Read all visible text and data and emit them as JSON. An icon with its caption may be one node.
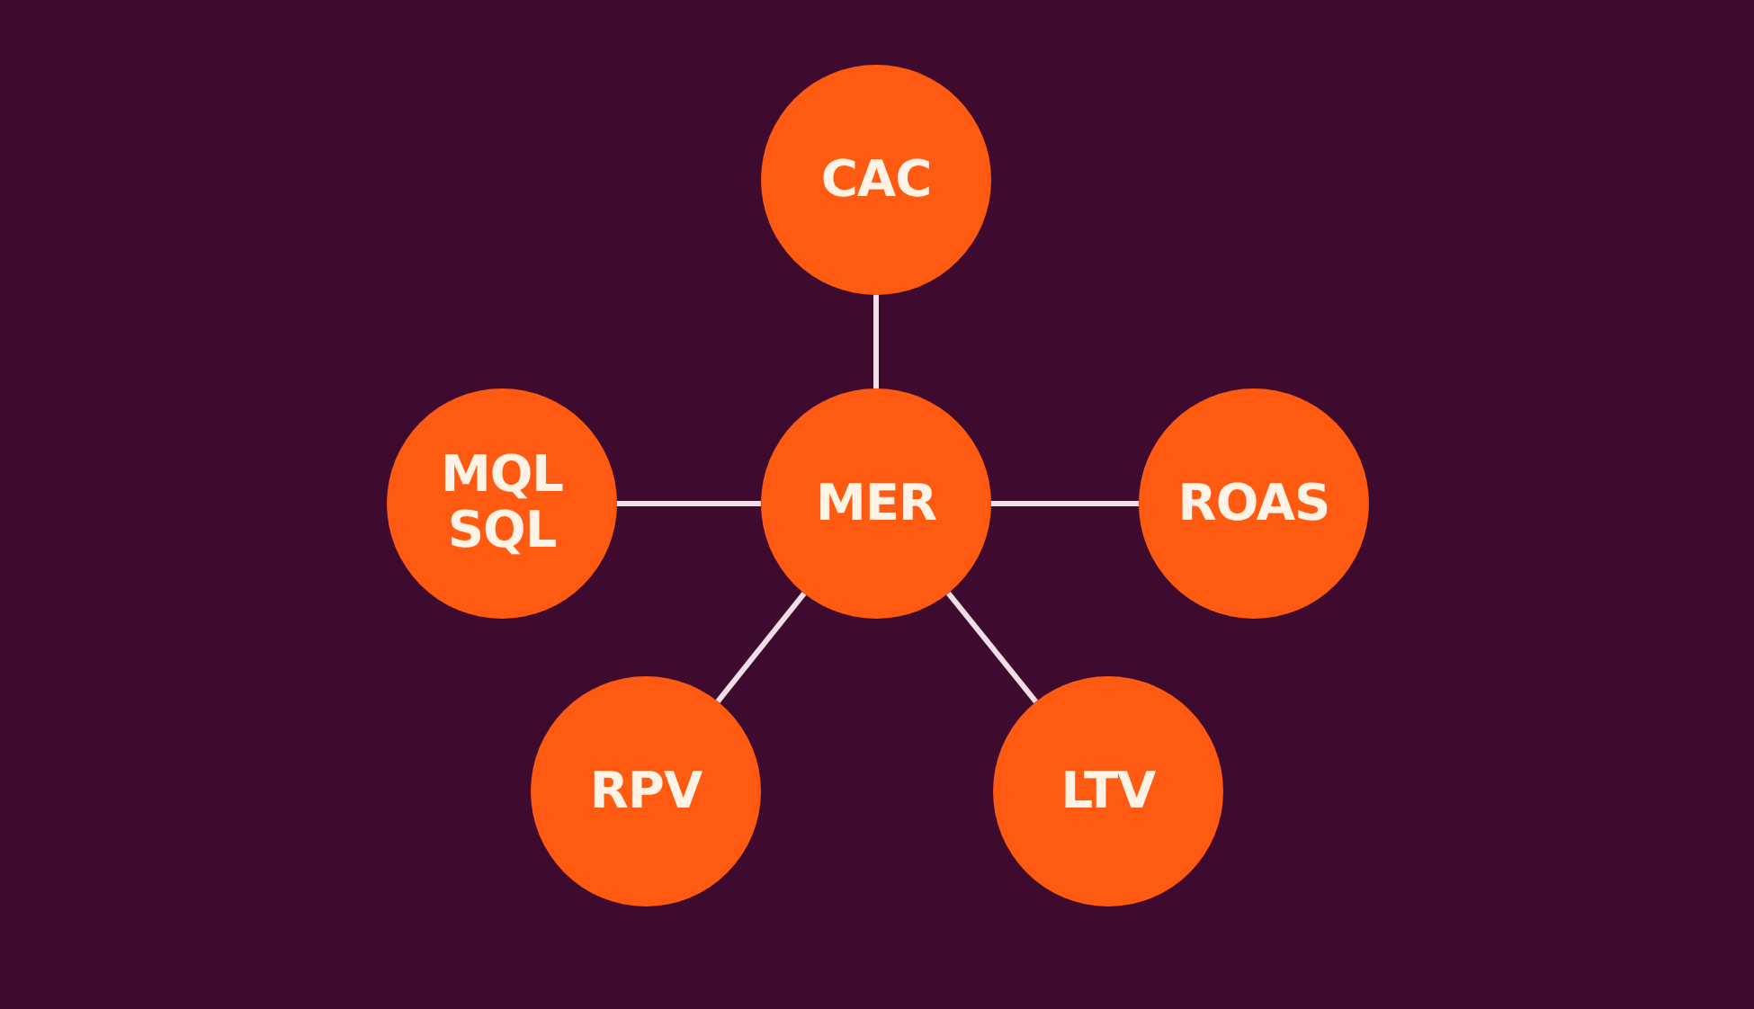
{
  "diagram": {
    "nodes": [
      {
        "text": [
          "CAC"
        ]
      },
      {
        "text": [
          "MQL SQL"
        ]
      },
      {
        "text": [
          "MER"
        ]
      },
      {
        "text": [
          "ROAS"
        ]
      },
      {
        "text": [
          "RPV"
        ]
      },
      {
        "text": [
          "LTV"
        ]
      }
    ],
    "edges": [
      {
        "from": 2,
        "to": 0,
        "arrow": "none"
      },
      {
        "from": 2,
        "to": 1,
        "arrow": "none"
      },
      {
        "from": 2,
        "to": 3,
        "arrow": "none"
      },
      {
        "from": 2,
        "to": 4,
        "arrow": "none"
      },
      {
        "from": 2,
        "to": 5,
        "arrow": "none"
      }
    ]
  }
}
